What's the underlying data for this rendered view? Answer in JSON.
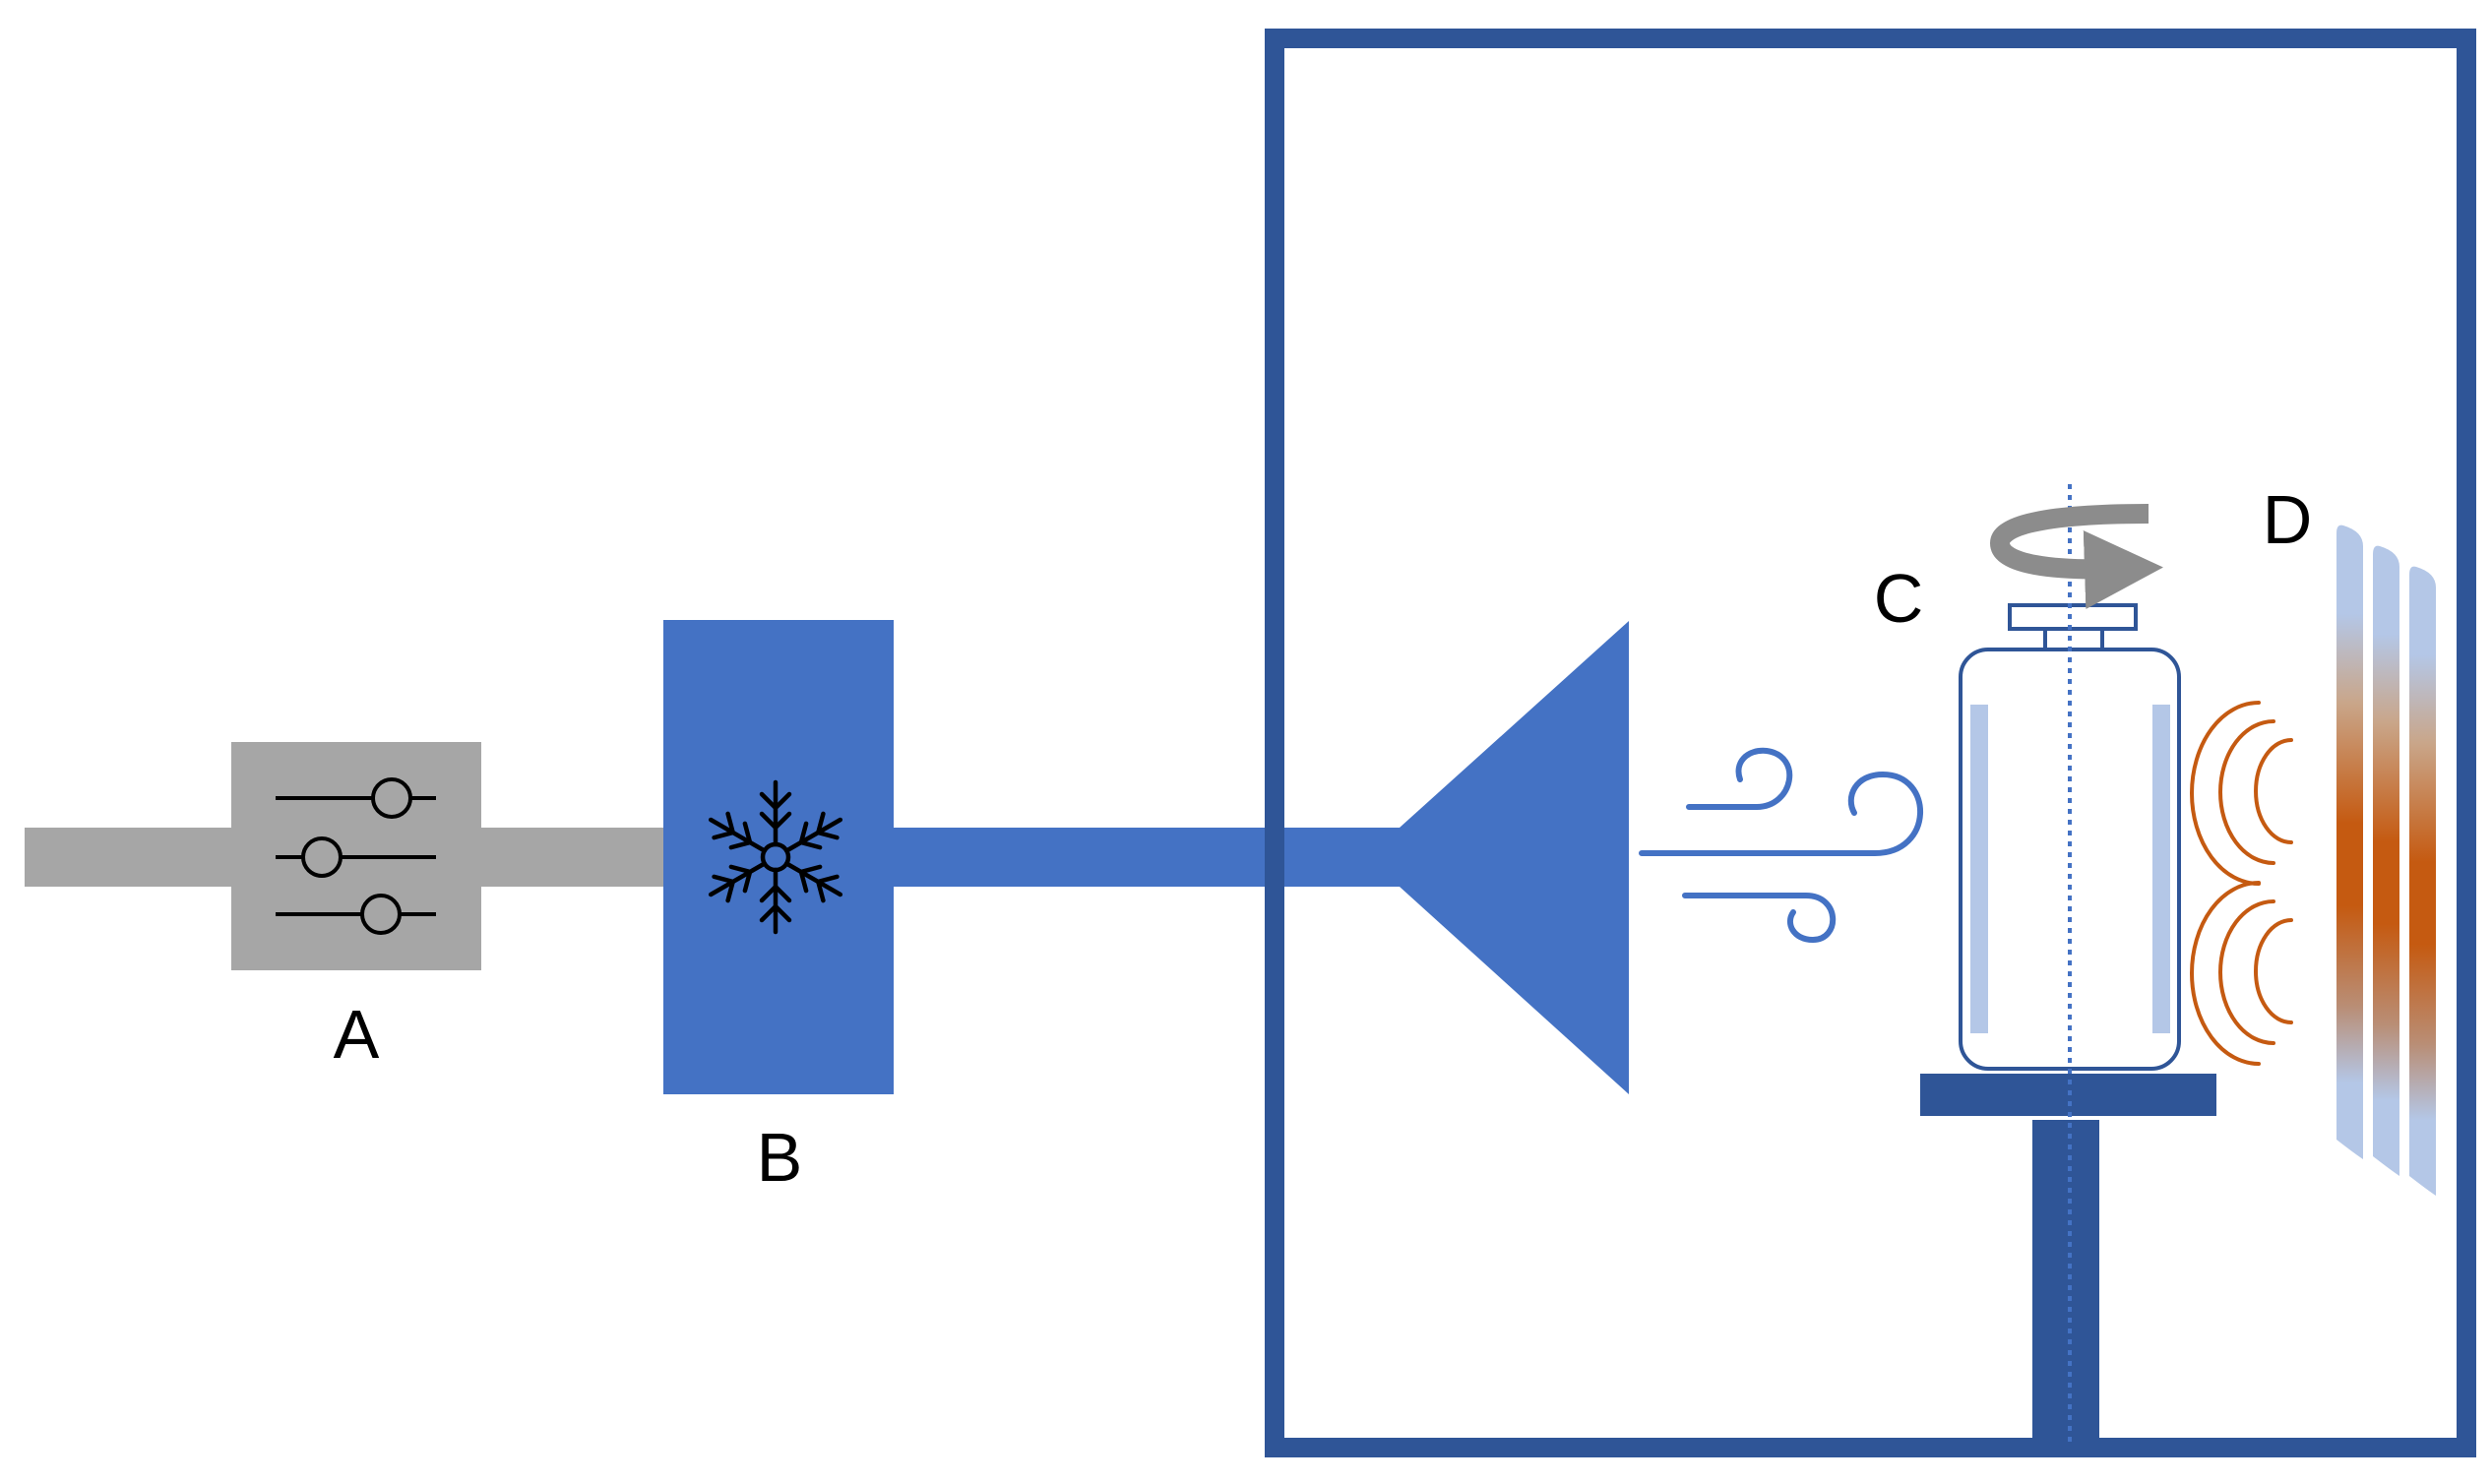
{
  "labels": {
    "a": "A",
    "b": "B",
    "c": "C",
    "d": "D"
  },
  "icons": {
    "a": "sliders-icon",
    "b": "snowflake-icon",
    "airflow": "wind-icon",
    "rotation": "rotation-arrow-icon",
    "emission": "radiation-waves-icon"
  },
  "colors": {
    "gray": "#A6A6A6",
    "blue": "#4472C4",
    "dark_blue": "#2F5597",
    "light_blue": "#B4C7E7",
    "orange": "#C55A11",
    "rotation_gray": "#8C8C8C"
  }
}
